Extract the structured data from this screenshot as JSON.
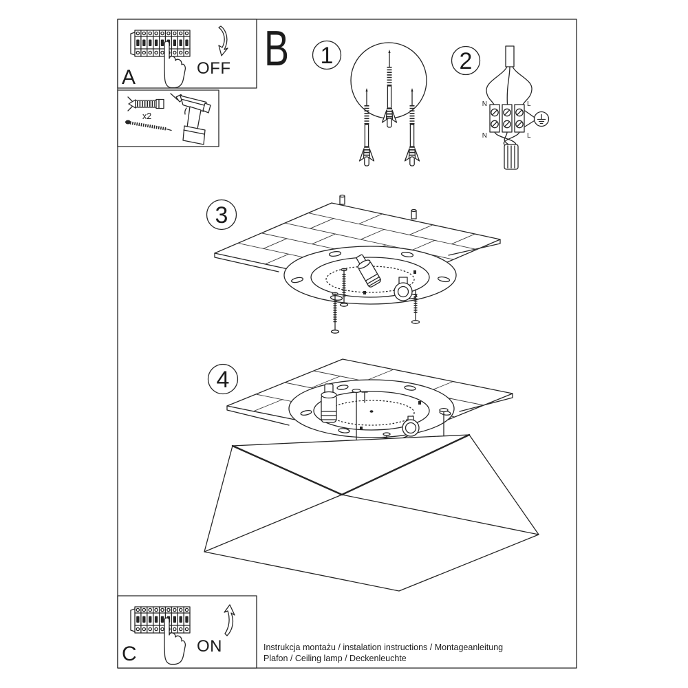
{
  "document": {
    "footer": {
      "line1": "Instrukcja montażu / instalation instructions / Montageanleitung",
      "line2": "Plafon / Ceiling lamp / Deckenleuchte"
    },
    "sections": {
      "power_off": {
        "label": "A",
        "state": "OFF"
      },
      "tools": {
        "quantity": "x2"
      },
      "mounting": {
        "label": "B"
      },
      "power_on": {
        "label": "C",
        "state": "ON"
      }
    },
    "steps": [
      {
        "number": "1"
      },
      {
        "number": "2"
      },
      {
        "number": "3"
      },
      {
        "number": "4"
      }
    ],
    "wiring_labels": {
      "neutral_top": "N",
      "live_top": "L",
      "neutral_bottom": "N",
      "live_bottom": "L"
    }
  },
  "colors": {
    "line": "#262626",
    "background": "#ffffff"
  }
}
